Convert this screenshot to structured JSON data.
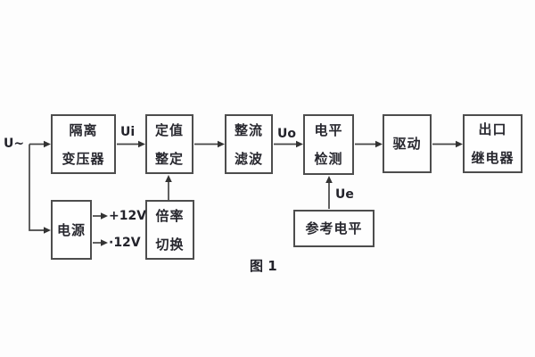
{
  "figure": {
    "caption": "图 1",
    "background_color": "#fdfdfd",
    "line_color": "#454545",
    "text_color": "#27272e"
  },
  "labels": {
    "input_voltage": "U~",
    "ui": "Ui",
    "uo": "Uo",
    "ue": "Ue",
    "plus_12v": "+12V",
    "minus_12v": "·12V"
  },
  "blocks": {
    "isolation_transformer": {
      "line1": "隔离",
      "line2": "变压器"
    },
    "setting": {
      "line1": "定值",
      "line2": "整定"
    },
    "rectifier_filter": {
      "line1": "整流",
      "line2": "滤波"
    },
    "level_detection": {
      "line1": "电平",
      "line2": "检测"
    },
    "driver": {
      "line1": "驱动"
    },
    "output_relay": {
      "line1": "出口",
      "line2": "继电器"
    },
    "power_supply": {
      "line1": "电源"
    },
    "ratio_switch": {
      "line1": "倍率",
      "line2": "切换"
    },
    "reference_level": {
      "line1": "参考电平"
    }
  }
}
